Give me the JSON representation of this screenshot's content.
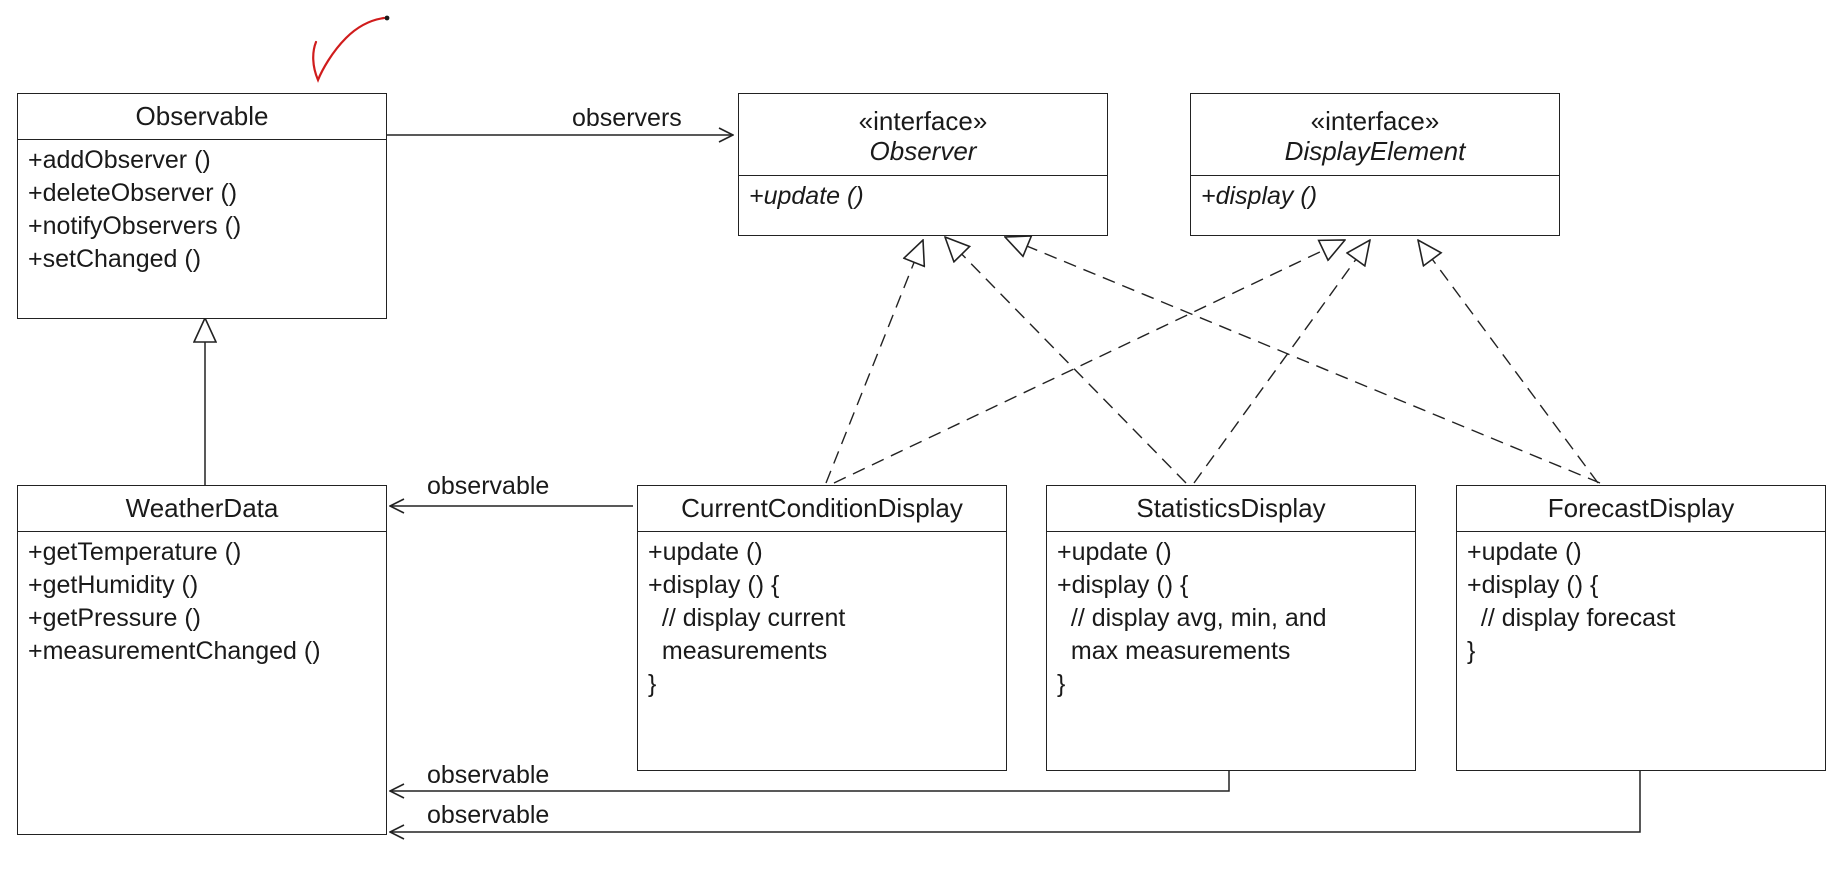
{
  "classes": {
    "observable": {
      "name": "Observable",
      "operations": [
        "+addObserver ()",
        "+deleteObserver ()",
        "+notifyObservers ()",
        "+setChanged ()"
      ]
    },
    "observer": {
      "stereotype": "«interface»",
      "name": "Observer",
      "operations": [
        "+update ()"
      ]
    },
    "display_element": {
      "stereotype": "«interface»",
      "name": "DisplayElement",
      "operations": [
        "+display ()"
      ]
    },
    "weather_data": {
      "name": "WeatherData",
      "operations": [
        "+getTemperature ()",
        "+getHumidity ()",
        "+getPressure ()",
        "+measurementChanged ()"
      ]
    },
    "current_condition_display": {
      "name": "CurrentConditionDisplay",
      "operations": [
        "+update ()",
        "+display () {",
        "  // display current",
        "  measurements",
        "}"
      ]
    },
    "statistics_display": {
      "name": "StatisticsDisplay",
      "operations": [
        "+update ()",
        "+display () {",
        "  // display avg, min, and",
        "  max measurements",
        "}"
      ]
    },
    "forecast_display": {
      "name": "ForecastDisplay",
      "operations": [
        "+update ()",
        "+display () {",
        "  // display forecast",
        "}"
      ]
    }
  },
  "associations": {
    "observers_label": "observers",
    "observable_label_1": "observable",
    "observable_label_2": "observable",
    "observable_label_3": "observable"
  },
  "colors": {
    "lines": "#222222",
    "checkmark": "#d01c1c"
  }
}
